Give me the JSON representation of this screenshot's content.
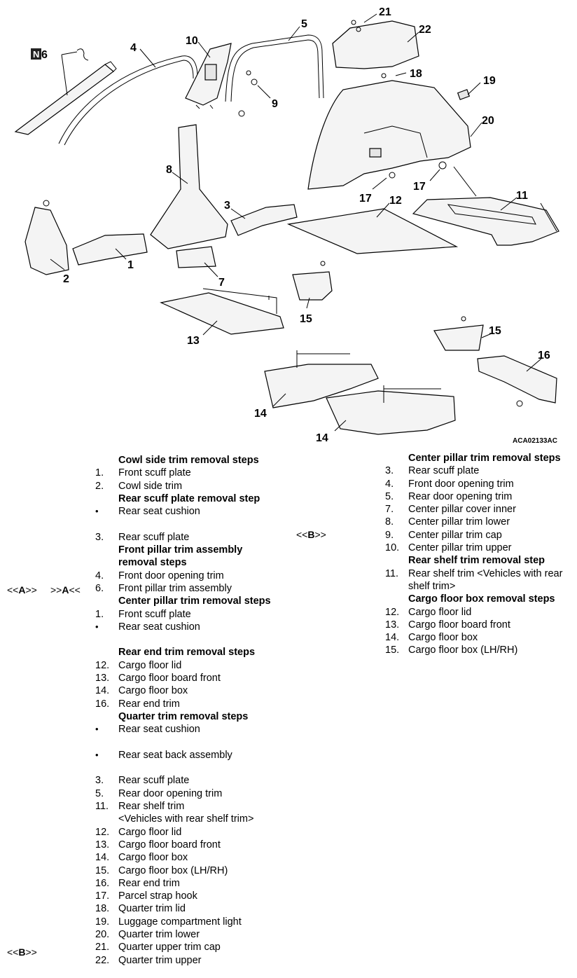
{
  "diagram": {
    "figure_code": "ACA02133AC",
    "n_badge": "N",
    "callouts": [
      "1",
      "2",
      "3",
      "4",
      "5",
      "6",
      "7",
      "8",
      "9",
      "10",
      "11",
      "12",
      "13",
      "14",
      "14",
      "15",
      "15",
      "16",
      "17",
      "17",
      "18",
      "19",
      "20",
      "21",
      "22"
    ]
  },
  "left_column": [
    {
      "num": "",
      "text": "Cowl side trim removal steps",
      "heading": true
    },
    {
      "num": "1.",
      "text": "Front scuff plate"
    },
    {
      "num": "2.",
      "text": "Cowl side trim"
    },
    {
      "num": "",
      "text": "Rear scuff plate removal step",
      "heading": true
    },
    {
      "num": "•",
      "text": "Rear seat cushion",
      "dot": true
    },
    {
      "gap": true
    },
    {
      "num": "3.",
      "text": "Rear scuff plate"
    },
    {
      "num": "",
      "text": "Front pillar trim assembly",
      "heading": true
    },
    {
      "num": "",
      "text": "removal steps",
      "heading": true
    },
    {
      "num": "4.",
      "text": "Front door opening trim"
    },
    {
      "num": "6.",
      "text": "Front pillar trim assembly"
    },
    {
      "num": "",
      "text": "Center pillar trim removal steps",
      "heading": true
    },
    {
      "num": "1.",
      "text": "Front scuff plate"
    },
    {
      "num": "•",
      "text": "Rear seat cushion",
      "dot": true
    },
    {
      "gap": true
    },
    {
      "num": "",
      "text": "Rear end trim removal steps",
      "heading": true
    },
    {
      "num": "12.",
      "text": "Cargo floor lid"
    },
    {
      "num": "13.",
      "text": "Cargo floor board front"
    },
    {
      "num": "14.",
      "text": "Cargo floor box"
    },
    {
      "num": "16.",
      "text": "Rear end trim"
    },
    {
      "num": "",
      "text": "Quarter trim removal steps",
      "heading": true
    },
    {
      "num": "•",
      "text": "Rear seat cushion",
      "dot": true
    },
    {
      "gap": true
    },
    {
      "num": "•",
      "text": "Rear seat back assembly",
      "dot": true
    },
    {
      "gap": true
    },
    {
      "num": "3.",
      "text": "Rear scuff plate"
    },
    {
      "num": "5.",
      "text": "Rear door opening trim"
    },
    {
      "num": "11.",
      "text": "Rear shelf trim"
    },
    {
      "num": "",
      "text": "<Vehicles with rear shelf trim>"
    },
    {
      "num": "12.",
      "text": "Cargo floor lid"
    },
    {
      "num": "13.",
      "text": "Cargo floor board front"
    },
    {
      "num": "14.",
      "text": "Cargo floor box"
    },
    {
      "num": "15.",
      "text": "Cargo floor box (LH/RH)"
    },
    {
      "num": "16.",
      "text": "Rear end trim"
    },
    {
      "num": "17.",
      "text": "Parcel strap hook"
    },
    {
      "num": "18.",
      "text": "Quarter trim lid"
    },
    {
      "num": "19.",
      "text": "Luggage compartment light"
    },
    {
      "num": "20.",
      "text": "Quarter trim lower"
    },
    {
      "num": "21.",
      "text": "Quarter upper trim cap"
    },
    {
      "num": "22.",
      "text": "Quarter trim upper"
    }
  ],
  "right_column": [
    {
      "num": "",
      "text": "Center pillar trim removal steps",
      "heading": true
    },
    {
      "num": "3.",
      "text": "Rear scuff plate"
    },
    {
      "num": "4.",
      "text": "Front door opening trim"
    },
    {
      "num": "5.",
      "text": "Rear door opening trim"
    },
    {
      "num": "7.",
      "text": "Center pillar cover inner"
    },
    {
      "num": "8.",
      "text": "Center pillar trim lower"
    },
    {
      "num": "9.",
      "text": "Center pillar trim cap"
    },
    {
      "num": "10.",
      "text": "Center pillar trim upper"
    },
    {
      "num": "",
      "text": "Rear shelf trim removal step",
      "heading": true
    },
    {
      "num": "11.",
      "text": "Rear shelf trim <Vehicles with rear"
    },
    {
      "num": "",
      "text": "shelf trim>"
    },
    {
      "num": "",
      "text": "Cargo floor box removal steps",
      "heading": true
    },
    {
      "num": "12.",
      "text": "Cargo floor lid"
    },
    {
      "num": "13.",
      "text": "Cargo floor board front"
    },
    {
      "num": "14.",
      "text": "Cargo floor box"
    },
    {
      "num": "15.",
      "text": "Cargo floor box (LH/RH)"
    }
  ],
  "markers": {
    "a_open": "<<",
    "a_letter": "A",
    "a_close": ">>",
    "a2_open": ">>",
    "a2_letter": "A",
    "a2_close": "<<",
    "b_mid_open": "<<",
    "b_mid_letter": "B",
    "b_mid_close": ">>",
    "b_bot_open": "<<",
    "b_bot_letter": "B",
    "b_bot_close": ">>"
  }
}
